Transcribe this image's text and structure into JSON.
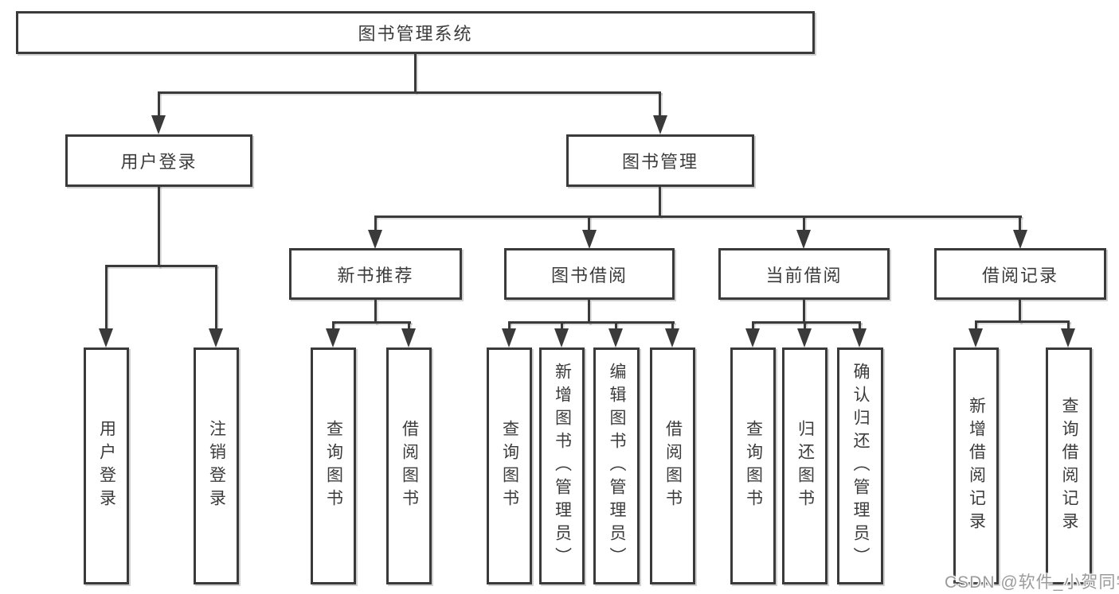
{
  "nodes": {
    "root": "图书管理系统",
    "user_login": "用户登录",
    "book_management": "图书管理",
    "new_book_recommend": "新书推荐",
    "book_borrow": "图书借阅",
    "current_borrow": "当前借阅",
    "borrow_record": "借阅记录",
    "leaf_user_login": "用户登录",
    "leaf_logout_login": "注销登录",
    "leaf_query_book_a": "查询图书",
    "leaf_borrow_book_a": "借阅图书",
    "leaf_query_book_b": "查询图书",
    "leaf_add_book_admin": "新增图书（管理员）",
    "leaf_edit_book_admin": "编辑图书（管理员）",
    "leaf_borrow_book_b": "借阅图书",
    "leaf_query_book_c": "查询图书",
    "leaf_return_book": "归还图书",
    "leaf_confirm_return_admin": "确认归还（管理员）",
    "leaf_add_borrow_record": "新增借阅记录",
    "leaf_query_borrow_record": "查询借阅记录"
  },
  "watermark": "CSDN @软件_小贺同学",
  "colors": {
    "line": "#3a3a3a",
    "text": "#3c3c3c",
    "background": "#ffffff",
    "watermark": "#9b9b9b"
  }
}
